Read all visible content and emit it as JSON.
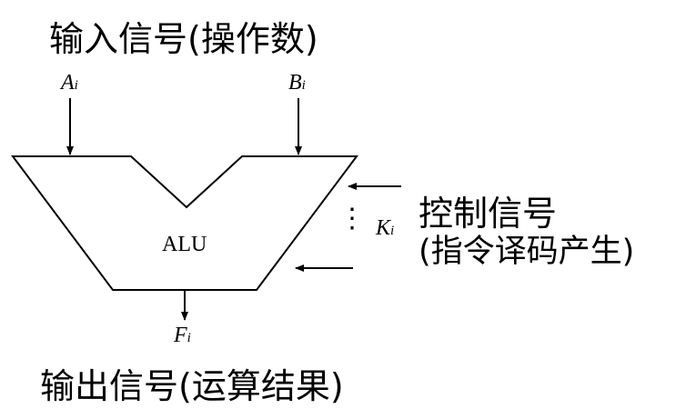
{
  "title_input": "输入信号(操作数)",
  "title_output": "输出信号(运算结果)",
  "control_label_line1": "控制信号",
  "control_label_line2": "(指令译码产生)",
  "alu_label": "ALU",
  "inputs": [
    {
      "var": "A",
      "sub": "i"
    },
    {
      "var": "B",
      "sub": "i"
    }
  ],
  "control_var": {
    "var": "K",
    "sub": "i"
  },
  "output_var": {
    "var": "F",
    "sub": "i"
  },
  "dots": "⋮",
  "colors": {
    "stroke": "#000000",
    "background": "#ffffff"
  }
}
